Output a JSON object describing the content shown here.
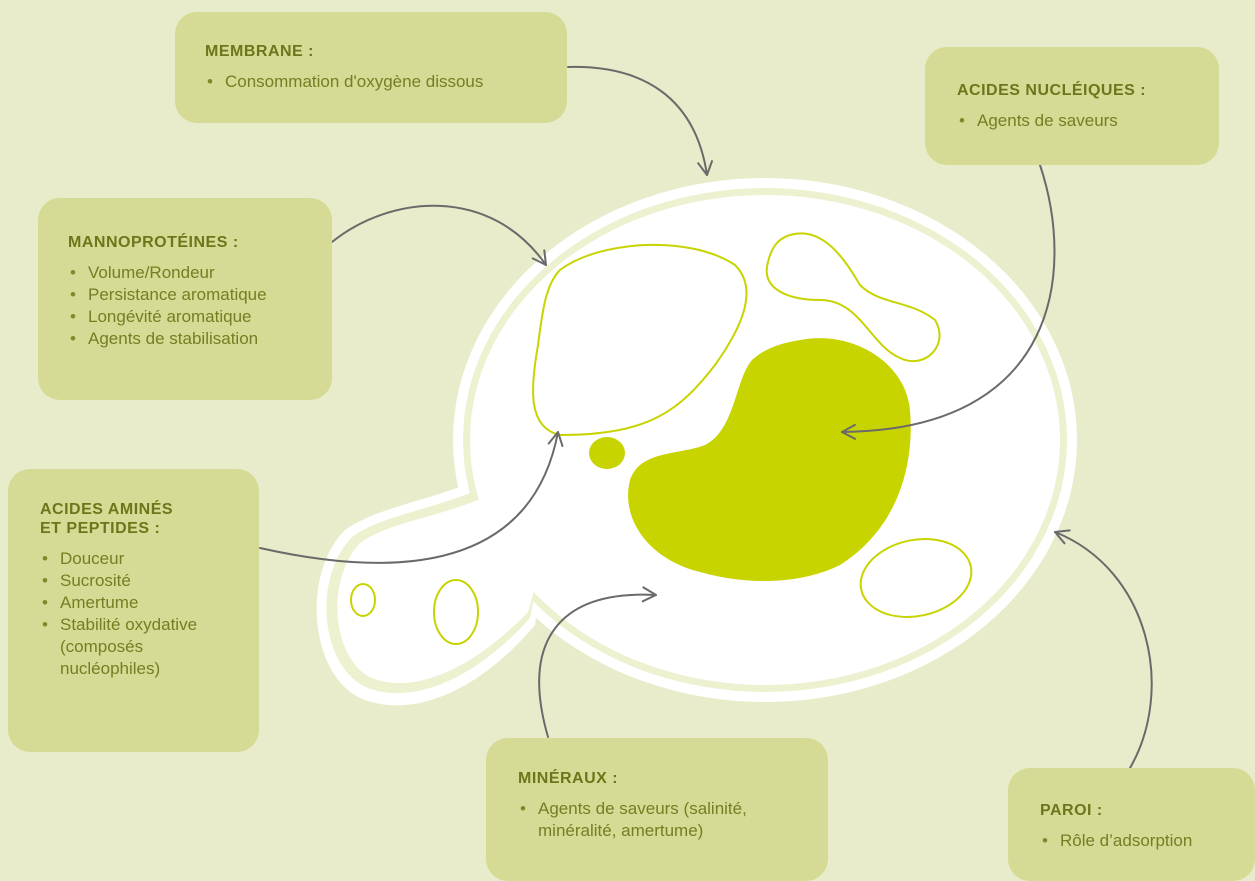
{
  "colors": {
    "background": "#e9ecca",
    "box_fill": "#d5db94",
    "box_text": "#6e7a1c",
    "cell_fill": "#ffffff",
    "organelle_stroke": "#c8d400",
    "nucleus_fill": "#c8d400",
    "arrow": "#6a6a6a"
  },
  "boxes": {
    "membrane": {
      "title": "MEMBRANE :",
      "items": [
        "Consommation d'oxygène dissous"
      ]
    },
    "acides_nucleiques": {
      "title": "ACIDES NUCLÉIQUES :",
      "items": [
        "Agents de saveurs"
      ]
    },
    "mannoproteines": {
      "title": "MANNOPROTÉINES :",
      "items": [
        "Volume/Rondeur",
        "Persistance aromatique",
        "Longévité aromatique",
        "Agents de stabilisation"
      ]
    },
    "acides_amines": {
      "title": "ACIDES AMINÉS\nET PEPTIDES :",
      "items": [
        "Douceur",
        "Sucrosité",
        "Amertume",
        "Stabilité oxydative (composés nucléophiles)"
      ]
    },
    "mineraux": {
      "title": "MINÉRAUX :",
      "items": [
        "Agents de saveurs (salinité, minéralité, amertume)"
      ]
    },
    "paroi": {
      "title": "PAROI :",
      "items": [
        "Rôle d’adsorption"
      ]
    }
  }
}
